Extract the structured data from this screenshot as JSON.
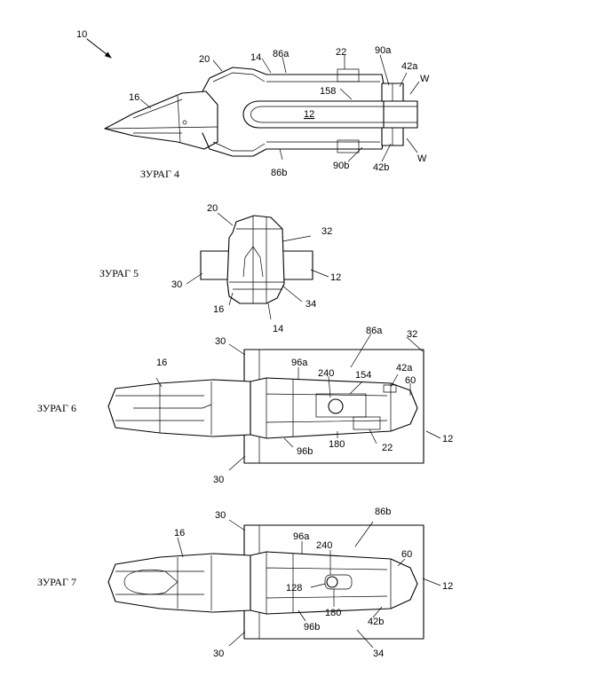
{
  "figures": {
    "fig4": {
      "caption": "ЗУРАГ 4",
      "labels": {
        "assembly": "10",
        "n16": "16",
        "n20": "20",
        "n14": "14",
        "n86a": "86a",
        "n22": "22",
        "n90a": "90a",
        "n42a": "42a",
        "w_top": "W",
        "n158": "158",
        "n12": "12",
        "w_bottom": "W",
        "n86b": "86b",
        "n90b": "90b",
        "n42b": "42b"
      }
    },
    "fig5": {
      "caption": "ЗУРАГ 5",
      "labels": {
        "n20": "20",
        "n32": "32",
        "n30": "30",
        "n12": "12",
        "n16": "16",
        "n34": "34",
        "n14": "14"
      }
    },
    "fig6": {
      "caption": "ЗУРАГ 6",
      "labels": {
        "n30_top": "30",
        "n86a": "86a",
        "n32": "32",
        "n16": "16",
        "n96a": "96a",
        "n240": "240",
        "n154": "154",
        "n42a": "42a",
        "n60": "60",
        "n12": "12",
        "n96b": "96b",
        "n180": "180",
        "n22": "22",
        "n30_bottom": "30"
      }
    },
    "fig7": {
      "caption": "ЗУРАГ 7",
      "labels": {
        "n30_top": "30",
        "n86b": "86b",
        "n16": "16",
        "n96a": "96a",
        "n240": "240",
        "n60": "60",
        "n128": "128",
        "n12": "12",
        "n180": "180",
        "n96b": "96b",
        "n42b": "42b",
        "n30_bottom": "30",
        "n34": "34"
      }
    }
  }
}
